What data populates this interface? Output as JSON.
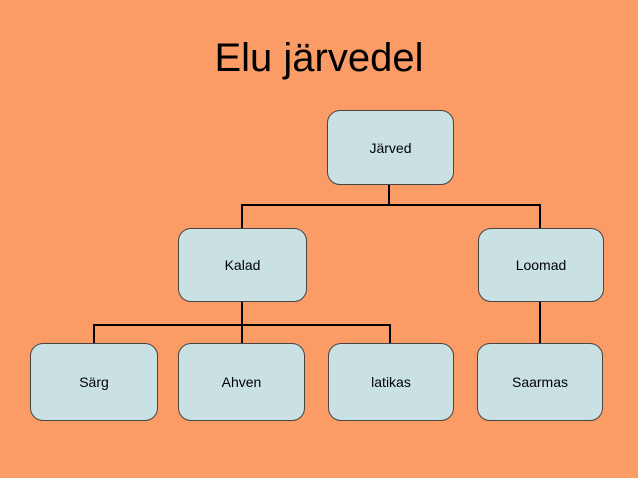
{
  "slide": {
    "title": "Elu järvedel",
    "colors": {
      "background": "#FB9C66",
      "node_fill": "#C9E1E3",
      "node_border": "#454545",
      "connector": "#000000",
      "text": "#000000"
    }
  },
  "diagram": {
    "type": "tree",
    "nodes": {
      "jarved": "Järved",
      "kalad": "Kalad",
      "loomad": "Loomad",
      "sarg": "Särg",
      "ahven": "Ahven",
      "latikas": "latikas",
      "saarmas": "Saarmas"
    },
    "hierarchy": {
      "label": "Järved",
      "children": [
        {
          "label": "Kalad",
          "children": [
            {
              "label": "Särg"
            },
            {
              "label": "Ahven"
            },
            {
              "label": "latikas"
            }
          ]
        },
        {
          "label": "Loomad",
          "children": [
            {
              "label": "Saarmas"
            }
          ]
        }
      ]
    }
  }
}
